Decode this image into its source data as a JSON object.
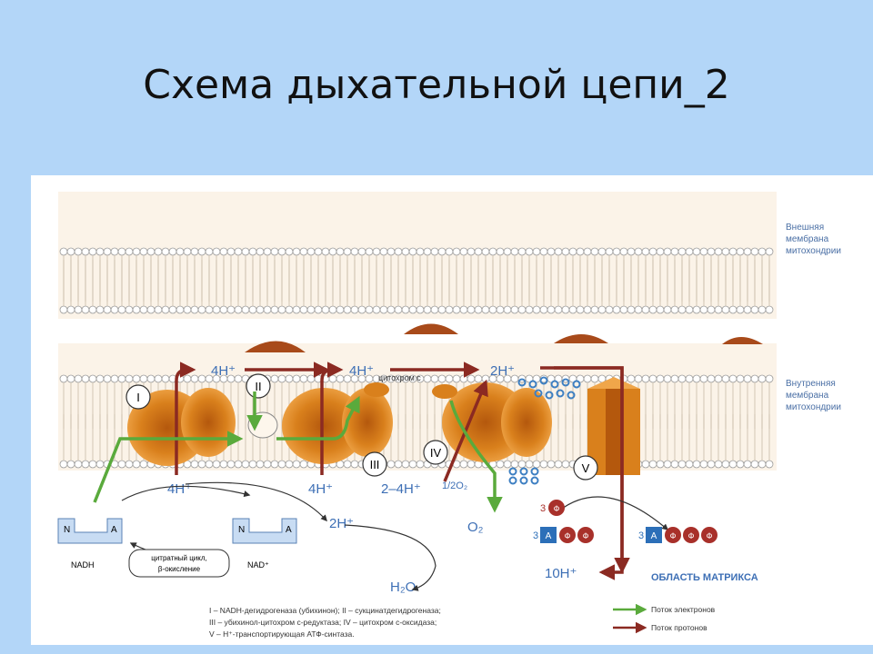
{
  "slide": {
    "title": "Схема дыхательной цепи_2"
  },
  "diagram": {
    "membranes": {
      "outer": [
        "Внешняя",
        "мембрана",
        "митохондрии"
      ],
      "inner": [
        "Внутренняя",
        "мембрана",
        "митохондрии"
      ]
    },
    "complexes": [
      "I",
      "II",
      "III",
      "IV",
      "V"
    ],
    "protons": {
      "top_1": "4H⁺",
      "top_2": "4H⁺",
      "top_3": "2H⁺",
      "bottom_1": "4H⁺",
      "bottom_2": "4H⁺",
      "bottom_3": "2–4H⁺",
      "matrix_2h": "2H⁺",
      "matrix_10h": "10H⁺"
    },
    "cytochrome_c": "цитохром с",
    "oxygen": {
      "half_o2": "1/2O₂",
      "o2": "O₂",
      "water": "H₂O"
    },
    "nad": {
      "left": {
        "n": "N",
        "a": "A"
      },
      "right": {
        "n": "N",
        "a": "A"
      },
      "nadh": "NADH",
      "nad_plus": "NAD⁺",
      "cycle_1": "цитратный цикл,",
      "cycle_2": "β-окисление"
    },
    "atp": {
      "phosphate": "Ф",
      "adenosine": "А",
      "phosphate_label": "3",
      "adp_label": "3",
      "atp_label": "3"
    },
    "matrix_region": "ОБЛАСТЬ МАТРИКСА",
    "legend": {
      "line1": "I – NADH-дегидрогеназа (убихинон); II – сукцинатдегидрогеназа;",
      "line2": "III – убихинол-цитохром с-редуктаза; IV – цитохром с-оксидаза;",
      "line3": "V – H⁺-транспортирующая АТФ-синтаза.",
      "electron_flow": "Поток электронов",
      "proton_flow": "Поток протонов"
    },
    "colors": {
      "electron": "#5aaa3c",
      "proton": "#8b2a22",
      "complex": "#e08a1c",
      "atp_box": "#2c6fb8",
      "phosphate": "#a8302a",
      "ubiquinone_dots": "#3d7fc2"
    }
  }
}
